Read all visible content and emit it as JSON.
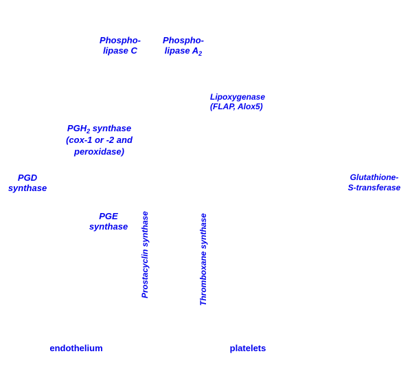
{
  "diagram": {
    "background_color": "#ffffff",
    "label_color": "#0000ee",
    "labels": {
      "phospholipase_c": {
        "line1": "Phospho-",
        "line2": "lipase C"
      },
      "phospholipase_a2": {
        "line1": "Phospho-",
        "line2_main": "lipase A",
        "line2_sub": "2"
      },
      "lipoxygenase": {
        "line1": "Lipoxygenase",
        "line2": "(FLAP, Alox5)"
      },
      "pgh2_synthase": {
        "line1_main": "PGH",
        "line1_sub": "2",
        "line1_rest": " synthase",
        "line2": "(cox-1 or -2 and",
        "line3": "peroxidase)"
      },
      "pgd_synthase": {
        "line1": "PGD",
        "line2": "synthase"
      },
      "glutathione_s_transferase": {
        "line1": "Glutathione-",
        "line2": "S-transferase"
      },
      "pge_synthase": {
        "line1": "PGE",
        "line2": "synthase"
      },
      "prostacyclin_synthase": "Prostacyclin synthase",
      "thromboxane_synthase": "Thromboxane synthase",
      "endothelium": "endothelium",
      "platelets": "platelets"
    }
  }
}
